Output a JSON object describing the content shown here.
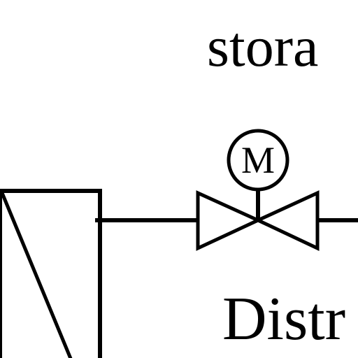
{
  "diagram": {
    "top_label": "stora",
    "bottom_label": "Distr",
    "valve_actuator_label": "M",
    "components": [
      {
        "name": "tank",
        "kind": "vessel"
      },
      {
        "name": "pipe",
        "kind": "line"
      },
      {
        "name": "motorized-valve",
        "kind": "valve"
      }
    ]
  },
  "colors": {
    "ink": "#000000",
    "background": "#ffffff"
  }
}
